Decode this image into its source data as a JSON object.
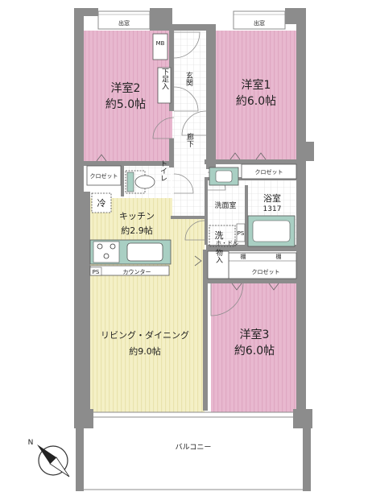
{
  "plan": {
    "rooms": {
      "western2": {
        "name": "洋室2",
        "size": "約5.0帖"
      },
      "western1": {
        "name": "洋室1",
        "size": "約6.0帖"
      },
      "western3": {
        "name": "洋室3",
        "size": "約6.0帖"
      },
      "kitchen": {
        "name": "キッチン",
        "size": "約2.9帖"
      },
      "living": {
        "name": "リビング・ダイニング",
        "size": "約9.0帖"
      }
    },
    "labels": {
      "bay_window_left": "出窓",
      "bay_window_right": "出窓",
      "mb": "MB",
      "shoe_storage": "下足入",
      "entrance": "玄関",
      "hallway": "廊下",
      "closet_left": "クロゼット",
      "closet_right": "クロゼット",
      "closet_bottom": "クロゼット",
      "toilet": "トイレ",
      "washroom": "洗面室",
      "bathroom": "浴室",
      "bath_size": "1317",
      "fridge": "冷",
      "washer": "洗",
      "washer_pan": "ホ・ドル",
      "storage": "物入",
      "shelf_left": "棚",
      "shelf_right": "棚",
      "ps_kitchen": "PS",
      "ps_bath": "PS",
      "counter": "カウンター",
      "balcony": "バルコニー",
      "compass_n": "N"
    },
    "colors": {
      "bedroom": "#e7b9d0",
      "living": "#f3efc4",
      "floor": "#ffffff",
      "wall": "#8c8c8c",
      "fixture": "#a9cfc3"
    }
  }
}
